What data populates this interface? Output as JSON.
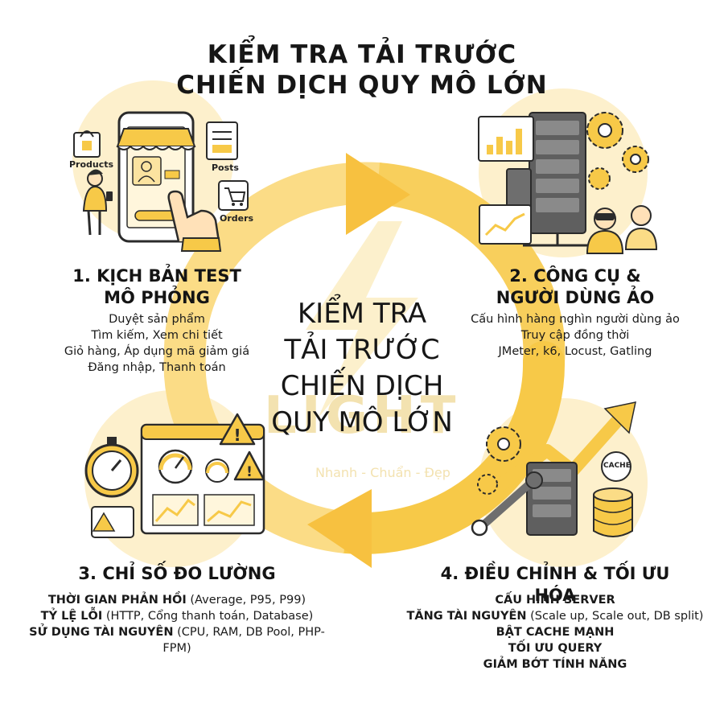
{
  "title": {
    "line1": "KIỂM TRA TẢI TRƯỚC",
    "line2": "CHIẾN DỊCH QUY MÔ LỚN"
  },
  "center": {
    "lines": [
      "KIỂM TRA",
      "TẢI TRƯỚC",
      "CHIẾN DỊCH",
      "QUY MÔ LỚN"
    ]
  },
  "watermark": {
    "brand": "LIGHT",
    "tagline": "Nhanh - Chuẩn - Đẹp"
  },
  "icons": {
    "products": "Products",
    "posts": "Posts",
    "orders": "Orders",
    "cache": "CACHE"
  },
  "sections": {
    "s1": {
      "title_line1": "1. KỊCH BẢN TEST",
      "title_line2": "MÔ PHỎNG",
      "items": [
        "Duyệt sản phẩm",
        "Tìm kiếm, Xem chi tiết",
        "Giỏ hàng, Áp dụng mã giảm giá",
        "Đăng nhập, Thanh toán"
      ]
    },
    "s2": {
      "title_line1": "2. CÔNG CỤ &",
      "title_line2": "NGƯỜI DÙNG ẢO",
      "items": [
        "Cấu hình hàng nghìn người dùng ảo",
        "Truy cập đồng thời",
        "JMeter, k6, Locust, Gatling"
      ]
    },
    "s3": {
      "title": "3. CHỈ SỐ ĐO LƯỜNG",
      "items": [
        {
          "bold": "THỜI GIAN PHẢN HỒI",
          "rest": " (Average, P95, P99)"
        },
        {
          "bold": "TỶ LỆ LỖI",
          "rest": " (HTTP, Cổng thanh toán, Database)"
        },
        {
          "bold": "SỬ DỤNG TÀI NGUYÊN",
          "rest": " (CPU, RAM, DB Pool, PHP-FPM)"
        }
      ]
    },
    "s4": {
      "title": "4. ĐIỀU CHỈNH & TỐI ƯU HÓA",
      "items": [
        {
          "bold": "CẤU HÌNH SERVER",
          "rest": ""
        },
        {
          "bold": "TĂNG TÀI NGUYÊN",
          "rest": " (Scale up, Scale out, DB split)"
        },
        {
          "bold": "BẬT CACHE MẠNH",
          "rest": ""
        },
        {
          "bold": "TỐI ƯU QUERY",
          "rest": ""
        },
        {
          "bold": "GIẢM BỚT TÍNH NĂNG",
          "rest": ""
        }
      ]
    }
  },
  "colors": {
    "accent": "#F7C948",
    "accent_light": "#FBE3A0",
    "blob": "#FDF0CC",
    "dark": "#2B2B2B",
    "gray": "#6E6E6E"
  }
}
